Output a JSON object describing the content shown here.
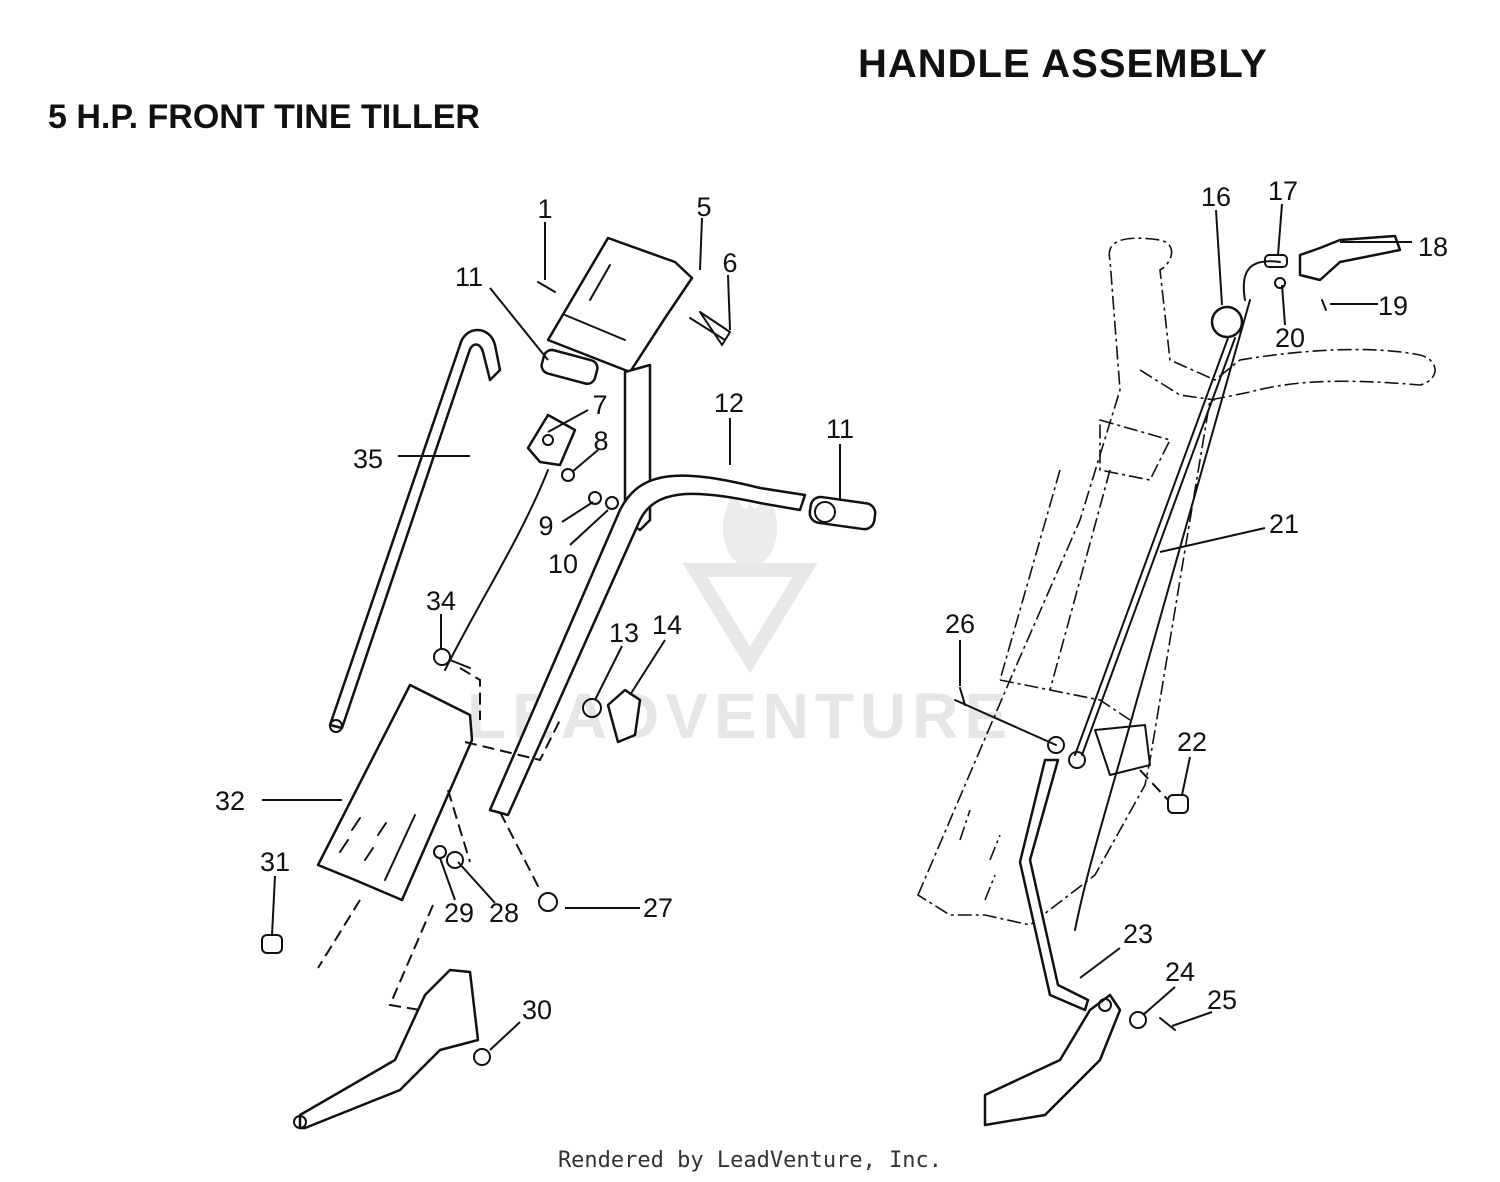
{
  "title": "HANDLE ASSEMBLY",
  "subtitle": "5 H.P. FRONT TINE TILLER",
  "watermark": "LEADVENTURE",
  "footer": "Rendered by LeadVenture, Inc.",
  "parts_left": [
    "1",
    "5",
    "6",
    "11",
    "35",
    "7",
    "8",
    "9",
    "10",
    "12",
    "11",
    "34",
    "13",
    "14",
    "32",
    "31",
    "29",
    "28",
    "27",
    "30"
  ],
  "parts_right": [
    "16",
    "17",
    "18",
    "19",
    "20",
    "21",
    "26",
    "22",
    "23",
    "24",
    "25"
  ]
}
